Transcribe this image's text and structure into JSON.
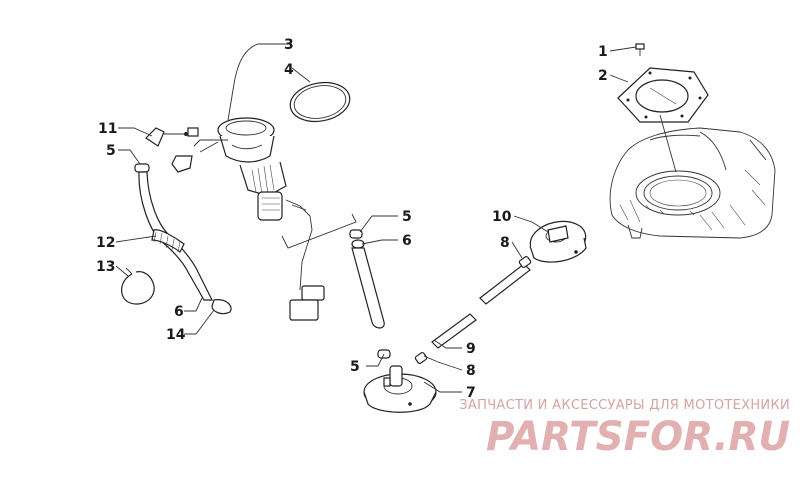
{
  "diagram": {
    "callouts": {
      "c1": "1",
      "c2": "2",
      "c3": "3",
      "c4": "4",
      "c5a": "5",
      "c5b": "5",
      "c5c": "5",
      "c6a": "6",
      "c6b": "6",
      "c7": "7",
      "c8a": "8",
      "c8b": "8",
      "c9": "9",
      "c10": "10",
      "c11": "11",
      "c12": "12",
      "c13": "13",
      "c14": "14"
    }
  },
  "watermark": {
    "caption": "ЗАПЧАСТИ И АКСЕССУАРЫ ДЛЯ МОТОТЕХНИКИ",
    "logo": "PARTSFOR.RU",
    "color": "#d4a3a3"
  }
}
